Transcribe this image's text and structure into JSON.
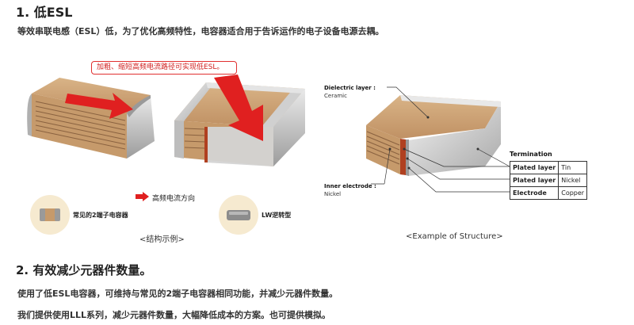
{
  "section1": {
    "title": "1. 低ESL",
    "desc": "等效串联电感（ESL）低，为了优化高频特性，电容器适合用于告诉运作的电子设备电源去耦。",
    "callout": "加粗、缩短高频电流路径可实现低ESL。",
    "legend": "高频电流方向",
    "chip_common": "常见的2端子电容器",
    "chip_lw": "LW逆转型",
    "caption_left": "<结构示例>",
    "caption_right": "<Example of Structure>"
  },
  "structure": {
    "dielectric_title": "Dielectric layer :",
    "dielectric_value": "Ceramic",
    "inner_title": "Inner electrode :",
    "inner_value": "Nickel",
    "termination_title": "Termination",
    "termination": [
      {
        "label": "Plated layer",
        "value": "Tin"
      },
      {
        "label": "Plated layer",
        "value": "Nickel"
      },
      {
        "label": "Electrode",
        "value": "Copper"
      }
    ]
  },
  "section2": {
    "title": "2. 有效减少元器件数量。",
    "p1": "使用了低ESL电容器，可维持与常见的2端子电容器相同功能，并减少元器件数量。",
    "p2": "我们提供使用LLL系列，减少元器件数量，大幅降低成本的方案。也可提供模拟。"
  },
  "colors": {
    "arrow": "#e02020",
    "ceramic": "#c9a272",
    "electrode": "#d8d8d8",
    "callout_border": "#e03030"
  }
}
